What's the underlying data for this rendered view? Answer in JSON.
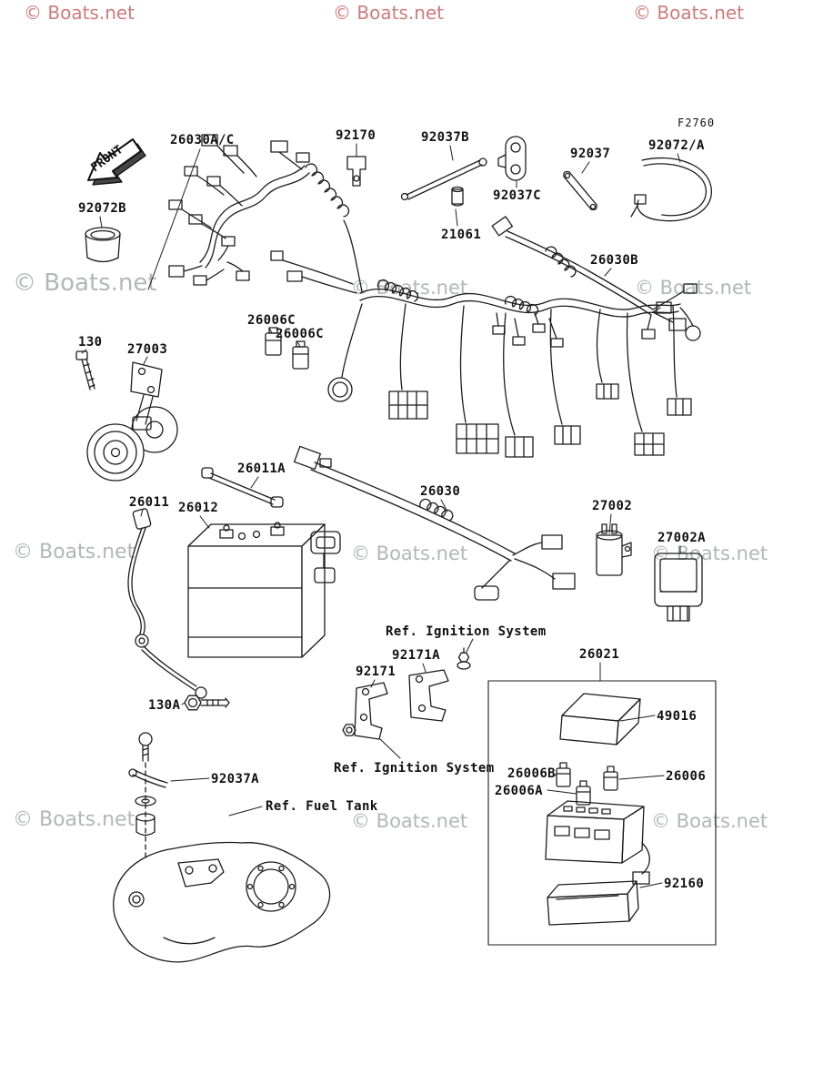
{
  "watermark": {
    "text": "© Boats.net"
  },
  "diagram": {
    "code": "F2760",
    "front_arrow_label": "FRONT",
    "labels": {
      "p26030AC": "26030A/C",
      "p92170": "92170",
      "p92037B": "92037B",
      "p92037": "92037",
      "p92072A": "92072/A",
      "p92037C": "92037C",
      "p92072B": "92072B",
      "p21061": "21061",
      "p26030B": "26030B",
      "p26006C": "26006C",
      "p130": "130",
      "p27003": "27003",
      "p26011A": "26011A",
      "p26011": "26011",
      "p26012": "26012",
      "p26030": "26030",
      "p27002": "27002",
      "p27002A": "27002A",
      "ref_ignition": "Ref. Ignition System",
      "p92171A": "92171A",
      "p92171": "92171",
      "p26021": "26021",
      "p130A": "130A",
      "p49016": "49016",
      "p26006B": "26006B",
      "p26006": "26006",
      "p26006A": "26006A",
      "p92037A": "92037A",
      "ref_fuel_tank": "Ref. Fuel Tank",
      "p92160": "92160"
    }
  }
}
